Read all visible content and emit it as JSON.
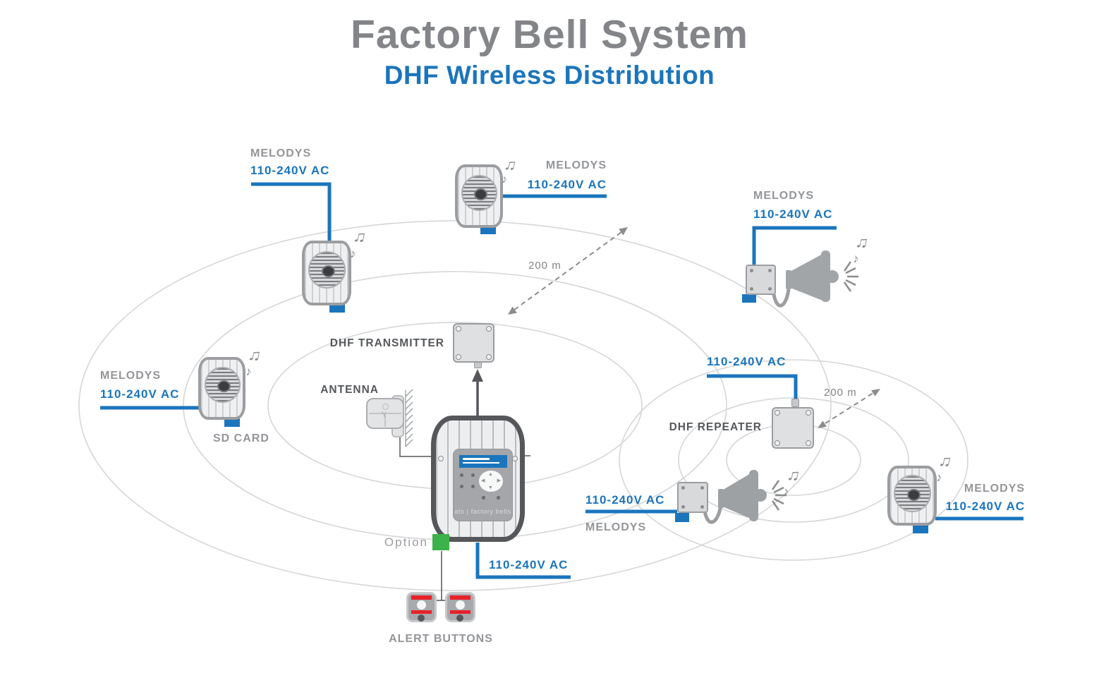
{
  "header": {
    "title": "Factory Bell System",
    "subtitle": "DHF Wireless Distribution"
  },
  "labels": {
    "melodys": "MELODYS",
    "power": "110-240V AC",
    "sd_card": "SD CARD",
    "alert_buttons": "ALERT BUTTONS",
    "option": "Option",
    "antenna": "ANTENNA",
    "transmitter": "DHF TRANSMITTER",
    "repeater": "DHF REPEATER",
    "range": "200 m",
    "brand": "ats | factory bells"
  },
  "icons": {
    "music_note": "♪",
    "music_note_beamed": "♫",
    "dpad_up": "▲",
    "dpad_down": "▼",
    "dpad_left": "◀",
    "dpad_right": "▶"
  },
  "colors": {
    "accent_blue": "#1B75BC",
    "title_gray": "#838588",
    "label_gray": "#939598",
    "dark_gray": "#55575A",
    "option_green": "#3CB24A",
    "alert_red": "#E8212A",
    "ellipse_gray": "#D5D6D8",
    "device_border": "#9B9DA0",
    "device_fill": "#EFF0F1"
  }
}
